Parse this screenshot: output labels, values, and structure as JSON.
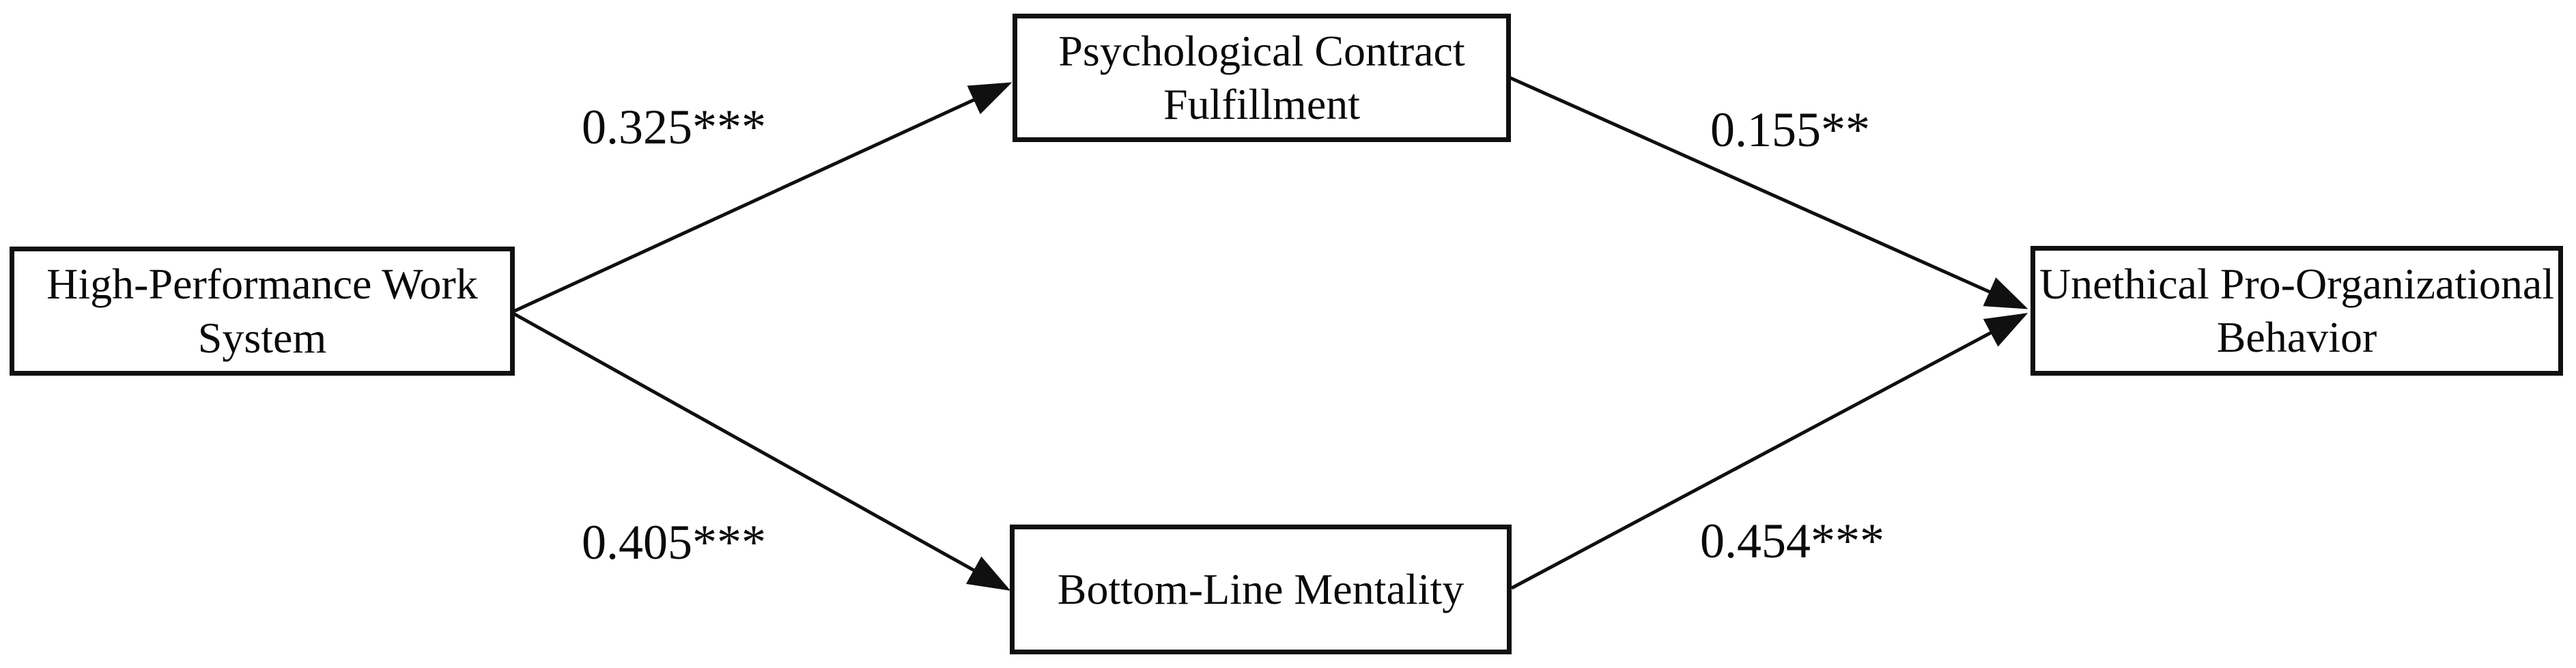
{
  "diagram": {
    "kind": "mediation-path-model",
    "background_color": "#ffffff",
    "line_color": "#101010",
    "text_color": "#0a0a0a",
    "nodes": [
      {
        "id": "hpws",
        "label": "High-Performance Work\nSystem"
      },
      {
        "id": "pcf",
        "label": "Psychological Contract\nFulfillment"
      },
      {
        "id": "blm",
        "label": "Bottom-Line Mentality"
      },
      {
        "id": "upb",
        "label": "Unethical Pro-Organizational\nBehavior"
      }
    ],
    "edges": [
      {
        "from": "hpws",
        "to": "pcf",
        "coefficient": "0.325***"
      },
      {
        "from": "pcf",
        "to": "upb",
        "coefficient": "0.155**"
      },
      {
        "from": "hpws",
        "to": "blm",
        "coefficient": "0.405***"
      },
      {
        "from": "blm",
        "to": "upb",
        "coefficient": "0.454***"
      }
    ]
  }
}
